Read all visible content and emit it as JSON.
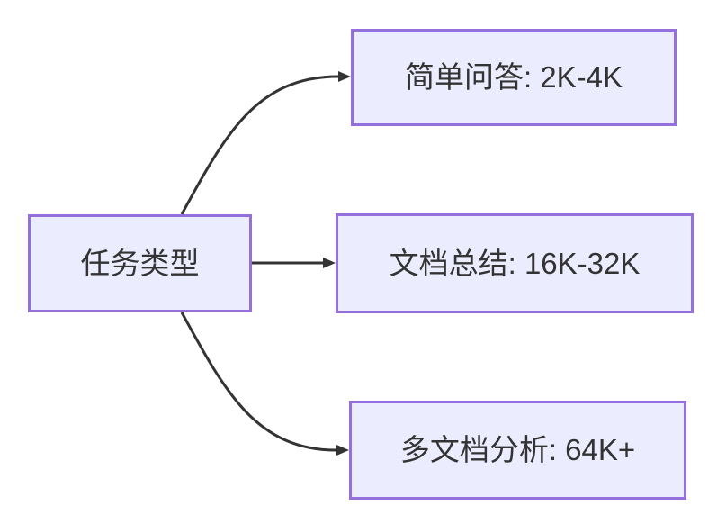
{
  "diagram": {
    "type": "flowchart-LR",
    "root": {
      "label": "任务类型"
    },
    "branches": [
      {
        "label": "简单问答: 2K-4K"
      },
      {
        "label": "文档总结: 16K-32K"
      },
      {
        "label": "多文档分析: 64K+"
      }
    ],
    "edges": [
      {
        "from": "任务类型",
        "to": "简单问答: 2K-4K"
      },
      {
        "from": "任务类型",
        "to": "文档总结: 16K-32K"
      },
      {
        "from": "任务类型",
        "to": "多文档分析: 64K+"
      }
    ],
    "colors": {
      "node_fill": "#ECECFF",
      "node_border": "#9370DB",
      "edge": "#333333",
      "text": "#333333",
      "background": "#ffffff"
    }
  }
}
